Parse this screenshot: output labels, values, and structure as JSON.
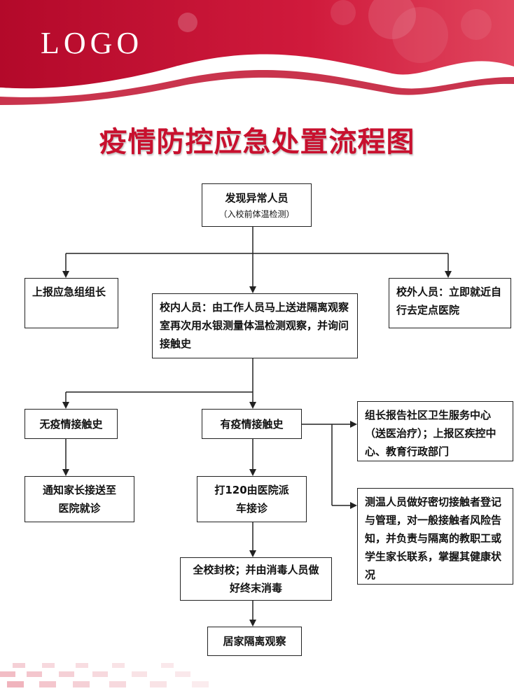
{
  "header": {
    "logo": "LOGO",
    "title": "疫情防控应急处置流程图",
    "brand_color": "#c8102e"
  },
  "flow": {
    "discover": {
      "title": "发现异常人员",
      "sub": "（入校前体温检测）"
    },
    "report_leader": "上报应急组组长",
    "inside_staff": "校内人员：由工作人员马上送进隔离观察室再次用水银测量体温检测观察，并询问接触史",
    "outside_staff": "校外人员：立即就近自行去定点医院",
    "no_history": "无疫情接触史",
    "has_history": "有疫情接触史",
    "report_community": "组长报告社区卫生服务中心（送医治疗）；上报区疾控中心、教育行政部门",
    "notify_parent": "通知家长接送至医院就诊",
    "call_120": "打120由医院派车接诊",
    "close_school": "全校封校；并由消毒人员做好终末消毒",
    "home_isolation": "居家隔离观察",
    "contact_management": "测温人员做好密切接触者登记与管理，对一般接触者风险告知，并负责与隔离的教职工或学生家长联系，掌握其健康状况"
  }
}
